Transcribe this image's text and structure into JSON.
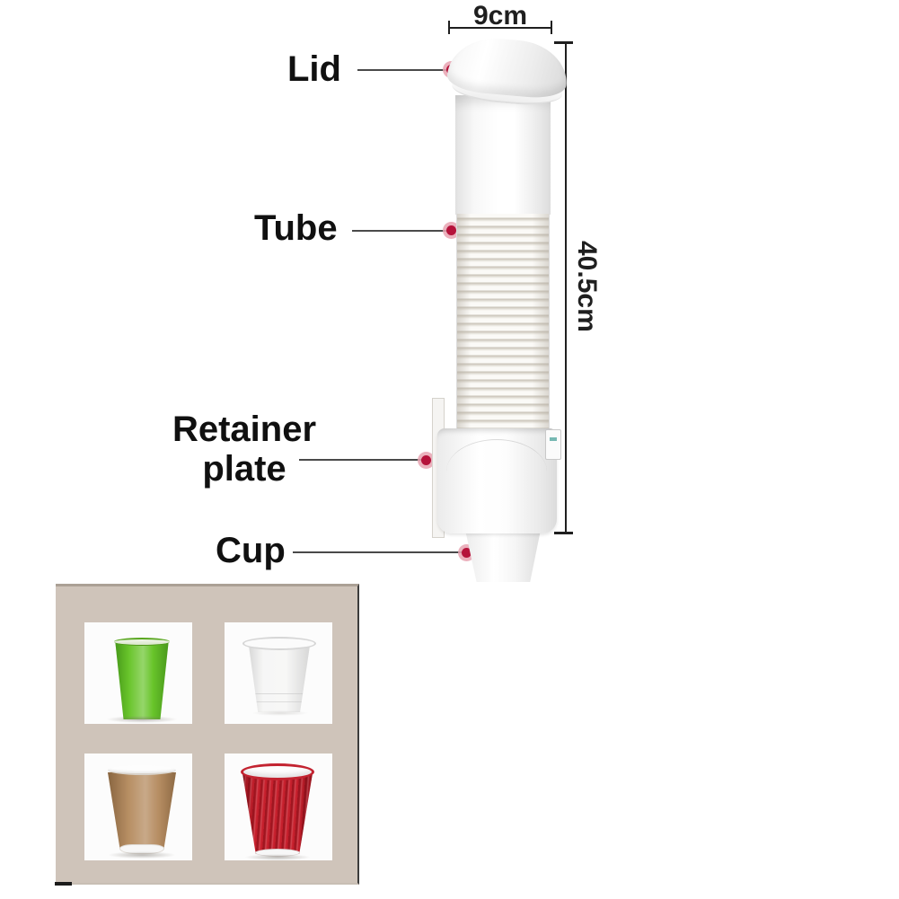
{
  "product_diagram": {
    "width_dimension": "9cm",
    "height_dimension": "40.5cm",
    "labels": {
      "lid": "Lid",
      "tube": "Tube",
      "retainer_line1": "Retainer",
      "retainer_line2": "plate",
      "cup": "Cup"
    }
  },
  "inset": {
    "background_color": "#cfc4ba",
    "cup_variants": [
      {
        "name": "green paper cup",
        "color": "#68c42a"
      },
      {
        "name": "clear plastic cup",
        "color": "#f2f2f1"
      },
      {
        "name": "kraft paper cup",
        "color": "#b78e63"
      },
      {
        "name": "red ripple cup",
        "color": "#c8202d"
      }
    ]
  },
  "colors": {
    "marker_dot": "#b5123a",
    "marker_halo": "#e8a3b2",
    "leader_line": "#4a4a4a",
    "dimension_line": "#1f1f1f",
    "label_text": "#101010"
  }
}
